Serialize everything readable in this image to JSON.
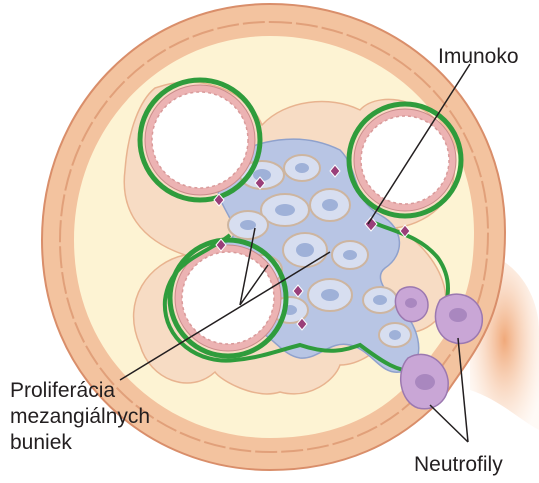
{
  "labels": {
    "immune": "Imunoko",
    "proliferation": [
      "Proliferácia",
      "mezangiálnych",
      "buniek"
    ],
    "neutrophils": "Neutrofily"
  },
  "colors": {
    "capsule_outer": "#f3c39f",
    "capsule_inner": "#fbeccd",
    "bowman_space": "#fdf3d3",
    "mesangium": "#b8c5e4",
    "mesangial_cell": "#d7def0",
    "basement_membrane": "#2f9c3c",
    "endothelium": "#ecb3b3",
    "immune_complex": "#9a3f7a",
    "neutrophil": "#c9a6d6",
    "leader_line": "#231f20"
  }
}
